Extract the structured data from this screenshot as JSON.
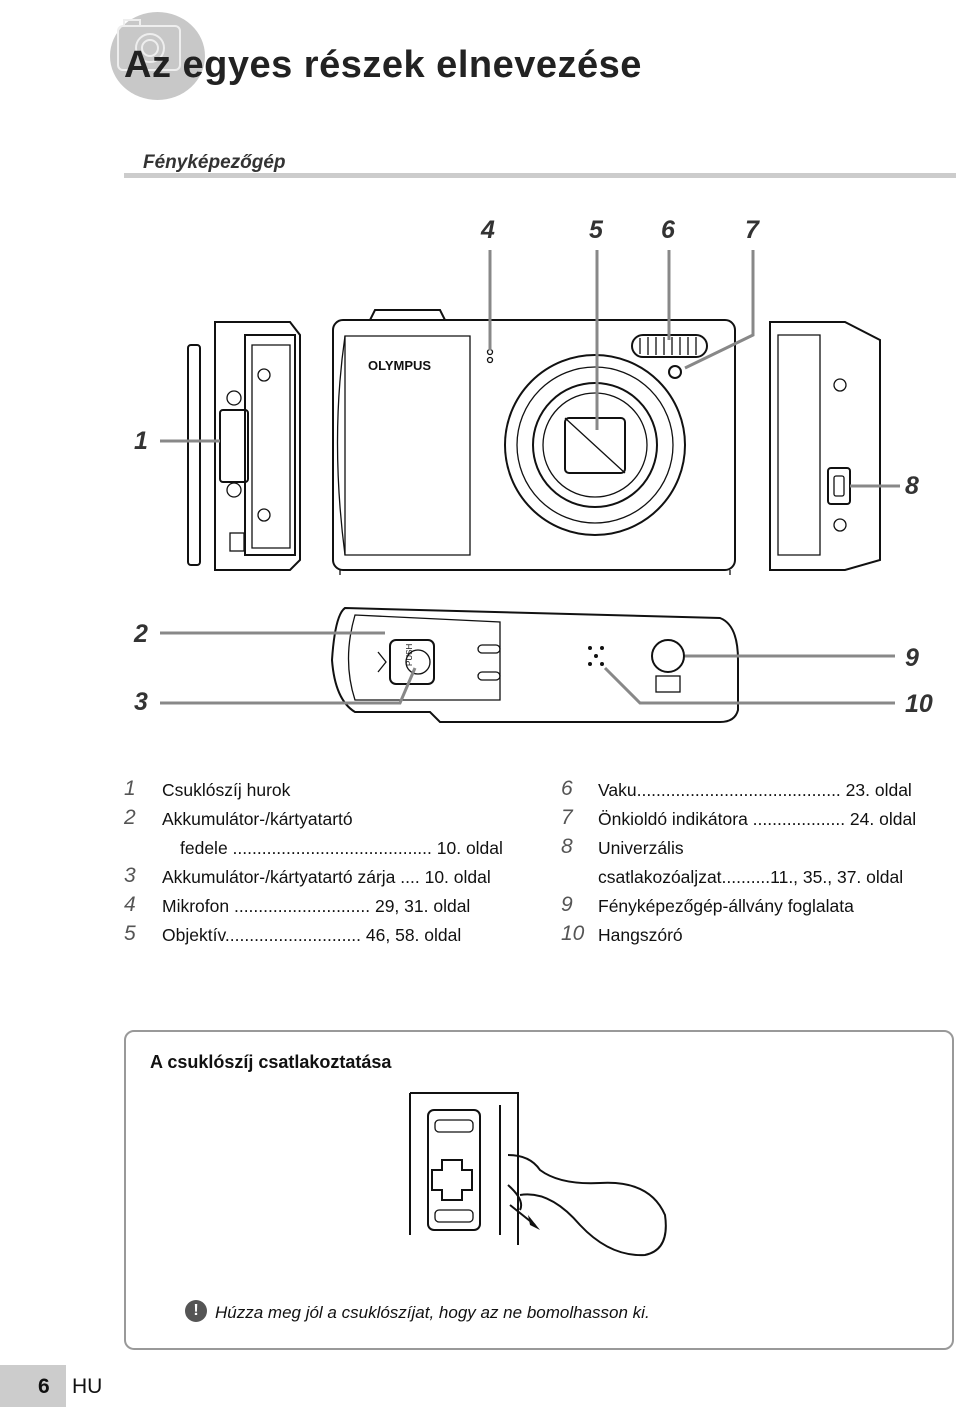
{
  "header": {
    "title": "Az egyes részek elnevezése",
    "section": "Fényképezőgép"
  },
  "callouts": {
    "c1": "1",
    "c2": "2",
    "c3": "3",
    "c4": "4",
    "c5": "5",
    "c6": "6",
    "c7": "7",
    "c8": "8",
    "c9": "9",
    "c10": "10"
  },
  "diagram": {
    "brand": "OLYMPUS",
    "push_label": "PUSH"
  },
  "legend": {
    "left": [
      {
        "num": "1",
        "line1": "Csuklószíj hurok",
        "line2": ""
      },
      {
        "num": "2",
        "line1": "Akkumulátor-/kártyatartó",
        "line2": "fedele ......................................... 10. oldal"
      },
      {
        "num": "3",
        "line1": "Akkumulátor-/kártyatartó zárja .... 10. oldal",
        "line2": ""
      },
      {
        "num": "4",
        "line1": "Mikrofon ............................ 29, 31. oldal",
        "line2": ""
      },
      {
        "num": "5",
        "line1": "Objektív............................ 46, 58. oldal",
        "line2": ""
      }
    ],
    "right": [
      {
        "num": "6",
        "line1": "Vaku.......................................... 23. oldal",
        "line2": ""
      },
      {
        "num": "7",
        "line1": "Önkioldó indikátora ................... 24. oldal",
        "line2": ""
      },
      {
        "num": "8",
        "line1": "Univerzális",
        "line2": "csatlakozóaljzat..........11., 35., 37. oldal"
      },
      {
        "num": "9",
        "line1": "Fényképezőgép-állvány foglalata",
        "line2": ""
      },
      {
        "num": "10",
        "line1": "Hangszóró",
        "line2": ""
      }
    ]
  },
  "strap_box": {
    "title": "A csuklószíj csatlakoztatása",
    "warning_icon": "!",
    "note": "Húzza meg jól a csuklószíjat, hogy az ne bomolhasson ki."
  },
  "footer": {
    "page_number": "6",
    "language": "HU"
  }
}
